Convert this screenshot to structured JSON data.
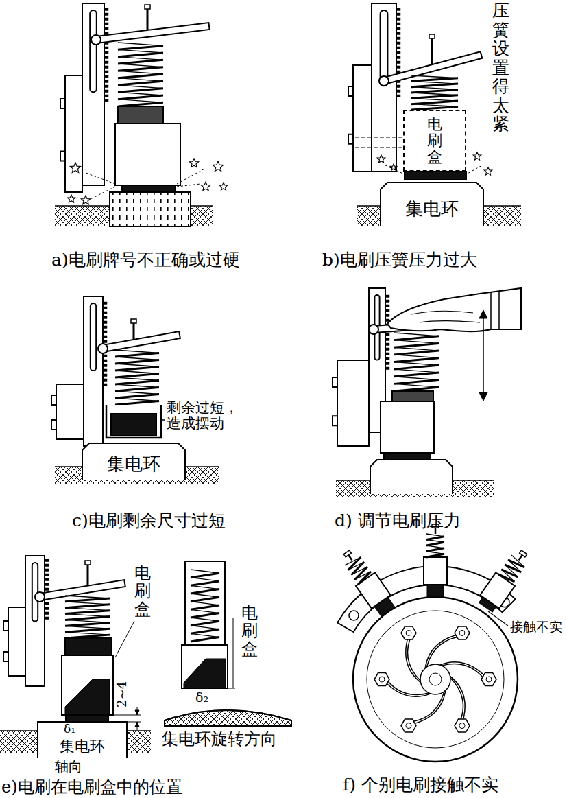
{
  "diagram": {
    "nodes": [
      {
        "text": [
          "电刷盒"
        ]
      },
      {
        "text": [
          "集电环"
        ]
      },
      {
        "text": [
          "集电环"
        ]
      },
      {
        "text": [
          "δ₁",
          "集电环"
        ]
      }
    ],
    "labels": [
      "压簧设置得太紧",
      "a)电刷牌号不正确或过硬",
      "b)电刷压簧压力过大",
      "剩余过短， 造成摆动",
      "c)电刷剩余尺寸过短",
      "d) 调节电刷压力",
      "电刷盒",
      "2~4",
      "轴向",
      "电刷盒",
      "δ₂",
      "集电环旋转方向",
      "e)电刷在电刷盒中的位置",
      "接触不实",
      "f) 个别电刷接触不实"
    ]
  }
}
